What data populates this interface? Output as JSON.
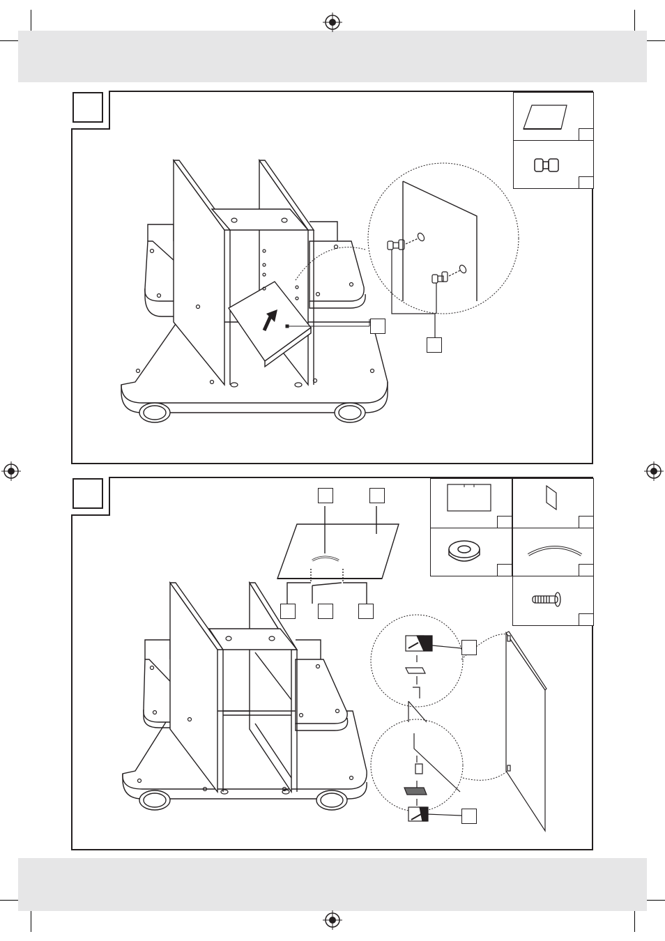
{
  "page": {
    "bands": [
      "header-band",
      "footer-band"
    ]
  },
  "steps": [
    {
      "id": "step-a",
      "number": "",
      "parts": [
        {
          "name": "shelf-panel-part",
          "qty": ""
        },
        {
          "name": "shelf-pin-part",
          "qty": ""
        }
      ],
      "callouts": [
        "",
        ""
      ]
    },
    {
      "id": "step-b",
      "number": "",
      "parts": [
        {
          "name": "door-panel-part",
          "qty": ""
        },
        {
          "name": "hinge-plate-part",
          "qty": ""
        },
        {
          "name": "washer-part",
          "qty": ""
        },
        {
          "name": "handle-part",
          "qty": ""
        },
        {
          "name": "screw-part",
          "qty": ""
        }
      ],
      "callouts": [
        "",
        "",
        "",
        "",
        "",
        "",
        ""
      ]
    }
  ],
  "colors": {
    "line": "#231f20",
    "band": "#e6e6e7",
    "paper": "#ffffff"
  },
  "icons": [
    "registration-mark-icon",
    "arrow-up-icon",
    "crop-mark-icon"
  ]
}
